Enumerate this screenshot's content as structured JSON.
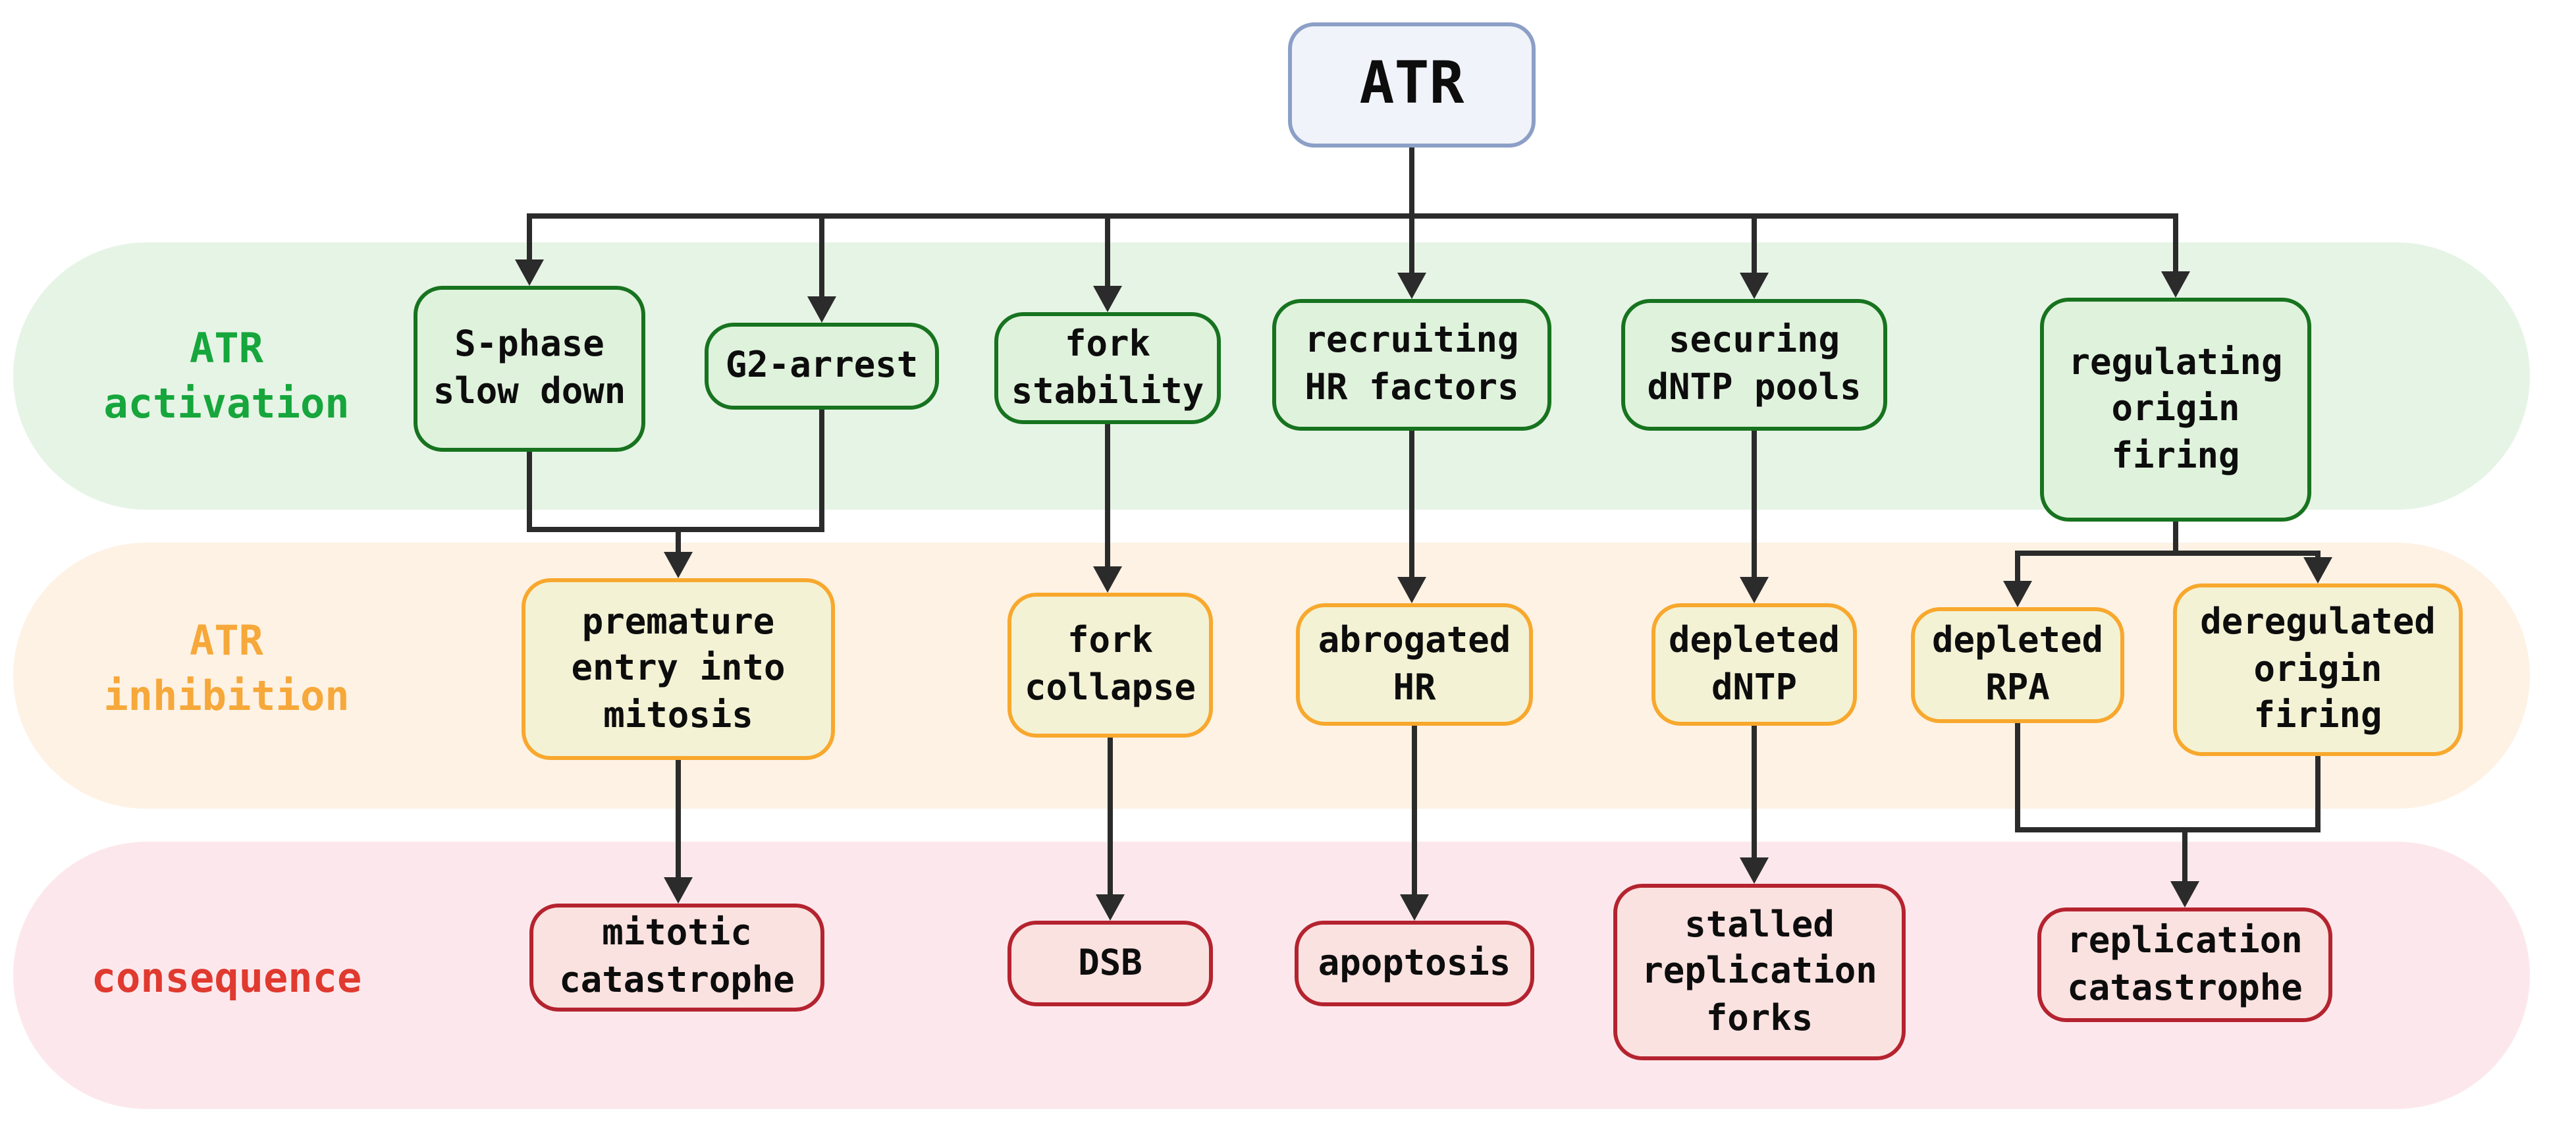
{
  "palette": {
    "line": "#2b2b2b",
    "band-green": "#e6f4e5",
    "band-yellow": "#fdf2e4",
    "band-pink": "#fce8ec",
    "label-green": "#16a63c",
    "label-orange": "#f6a83a",
    "label-red": "#e0392f",
    "node-green-fill": "#dff2dc",
    "node-green-border": "#17731f",
    "node-yellow-fill": "#f3f2d5",
    "node-yellow-border": "#f8a82d",
    "node-red-fill": "#fae2e0",
    "node-red-border": "#b4232f",
    "atr-fill": "#f0f3f9",
    "atr-border": "#8c9fc6"
  },
  "root": {
    "label": "ATR"
  },
  "row_labels": {
    "activation": "ATR\nactivation",
    "inhibition": "ATR\ninhibition",
    "consequence": "consequence"
  },
  "nodes": {
    "s_phase": "S-phase\nslow down",
    "g2_arrest": "G2-arrest",
    "fork_stability": "fork\nstability",
    "recruiting_hr": "recruiting\nHR factors",
    "securing_dntp": "securing\ndNTP pools",
    "regulating_origin": "regulating\norigin\nfiring",
    "premature_mitosis": "premature\nentry into\nmitosis",
    "fork_collapse": "fork\ncollapse",
    "abrogated_hr": "abrogated\nHR",
    "depleted_dntp": "depleted\ndNTP",
    "depleted_rpa": "depleted\nRPA",
    "deregulated_origin": "deregulated\norigin\nfiring",
    "mitotic_catastrophe": "mitotic\ncatastrophe",
    "dsb": "DSB",
    "apoptosis": "apoptosis",
    "stalled_forks": "stalled\nreplication\nforks",
    "replication_catastrophe": "replication\ncatastrophe"
  }
}
